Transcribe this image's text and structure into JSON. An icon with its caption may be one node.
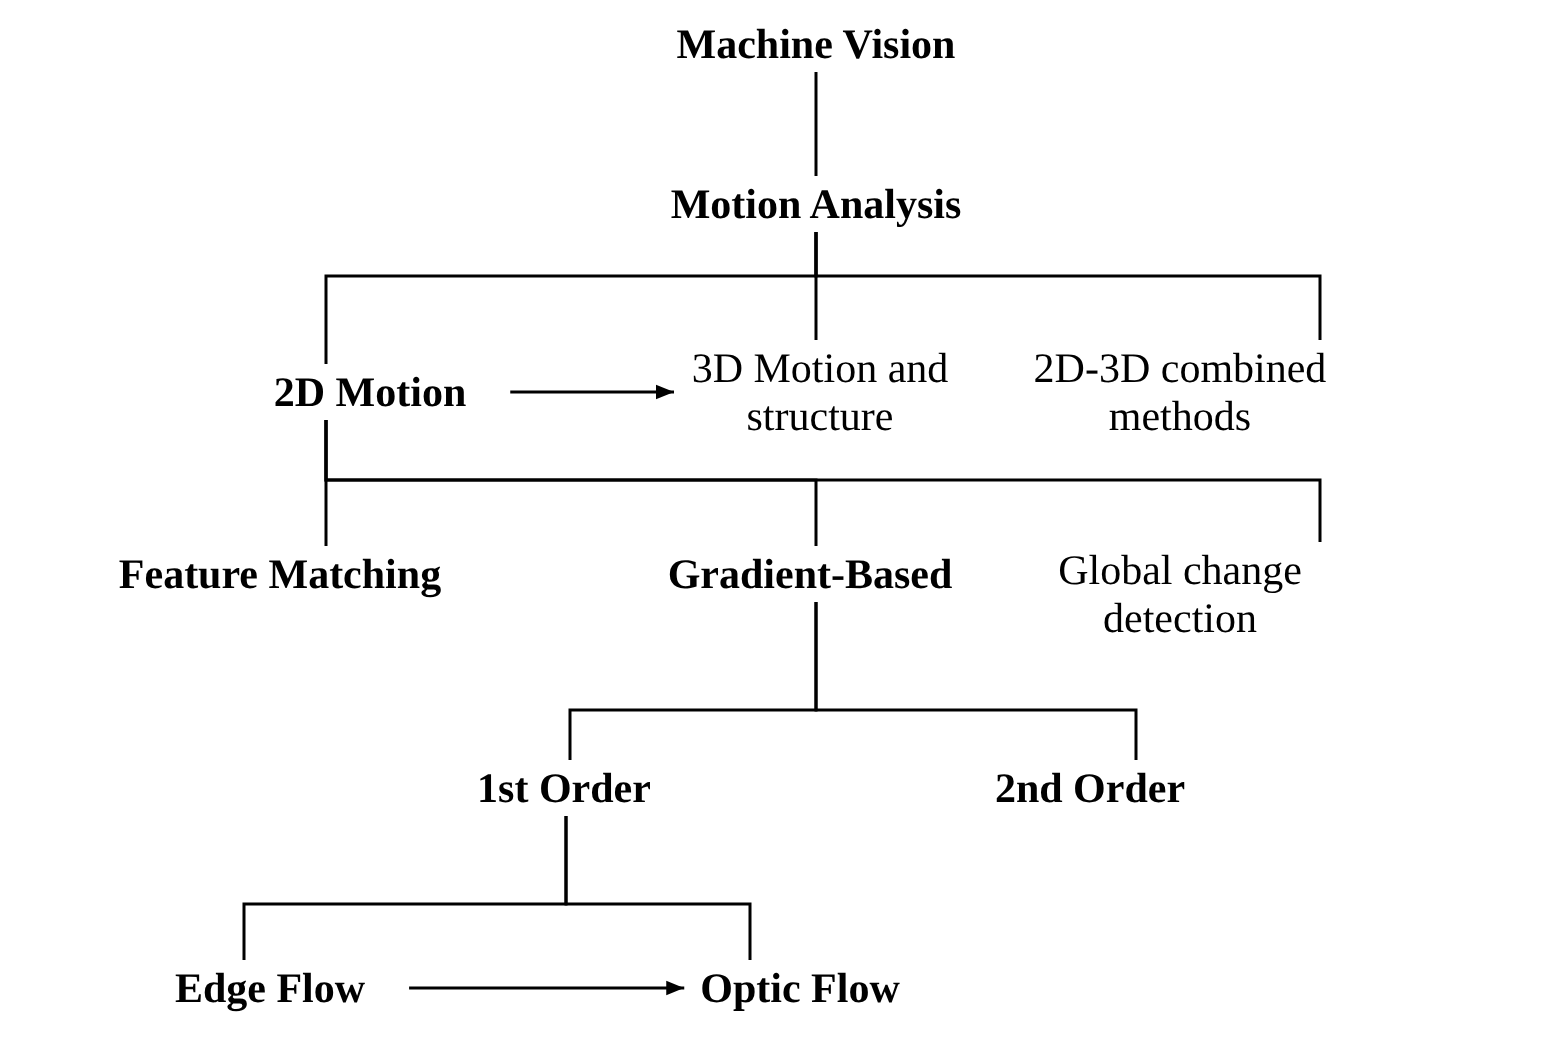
{
  "diagram": {
    "nodes": [
      {
        "text": [
          "Machine Vision"
        ]
      },
      {
        "text": [
          "Motion Analysis"
        ]
      },
      {
        "text": [
          "2D Motion"
        ]
      },
      {
        "text": [
          "3D Motion and structure"
        ]
      },
      {
        "text": [
          "2D-3D combined methods"
        ]
      },
      {
        "text": [
          "Feature Matching"
        ]
      },
      {
        "text": [
          "Gradient-Based"
        ]
      },
      {
        "text": [
          "Global change detection"
        ]
      },
      {
        "text": [
          "1st Order"
        ]
      },
      {
        "text": [
          "2nd Order"
        ]
      },
      {
        "text": [
          "Edge Flow"
        ]
      },
      {
        "text": [
          "Optic Flow"
        ]
      }
    ],
    "edges": [
      {
        "from": 0,
        "to": 1,
        "arrow": "none"
      },
      {
        "from": 1,
        "to": 2,
        "arrow": "none"
      },
      {
        "from": 1,
        "to": 3,
        "arrow": "none"
      },
      {
        "from": 1,
        "to": 4,
        "arrow": "none"
      },
      {
        "from": 2,
        "to": 3,
        "arrow": "to"
      },
      {
        "from": 2,
        "to": 5,
        "arrow": "none"
      },
      {
        "from": 2,
        "to": 6,
        "arrow": "none"
      },
      {
        "from": 2,
        "to": 7,
        "arrow": "none"
      },
      {
        "from": 6,
        "to": 8,
        "arrow": "none"
      },
      {
        "from": 6,
        "to": 9,
        "arrow": "none"
      },
      {
        "from": 8,
        "to": 10,
        "arrow": "none"
      },
      {
        "from": 8,
        "to": 11,
        "arrow": "none"
      },
      {
        "from": 10,
        "to": 11,
        "arrow": "to"
      }
    ]
  }
}
